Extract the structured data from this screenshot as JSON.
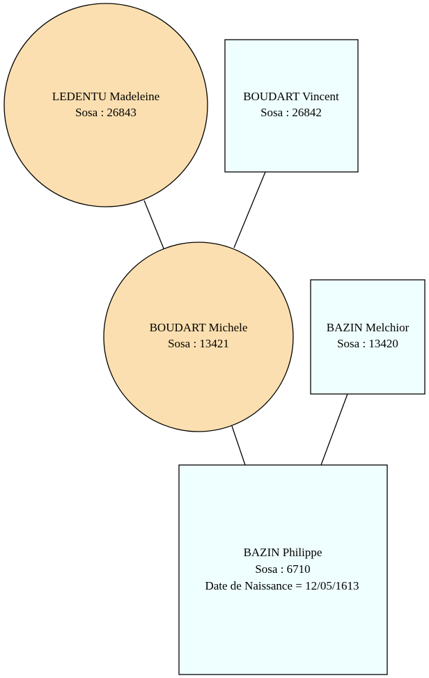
{
  "people": {
    "madeleine": {
      "name": "LEDENTU Madeleine",
      "sosa": "Sosa : 26843",
      "sex": "female"
    },
    "vincent": {
      "name": "BOUDART Vincent",
      "sosa": "Sosa : 26842",
      "sex": "male"
    },
    "michele": {
      "name": "BOUDART Michele",
      "sosa": "Sosa : 13421",
      "sex": "female"
    },
    "melchior": {
      "name": "BAZIN Melchior",
      "sosa": "Sosa : 13420",
      "sex": "male"
    },
    "philippe": {
      "name": "BAZIN Philippe",
      "sosa": "Sosa : 6710",
      "birth": "Date de Naissance = 12/05/1613",
      "sex": "male"
    }
  },
  "colors": {
    "female_fill": "#fcdfb0",
    "male_fill": "#efffff",
    "stroke": "#000000"
  }
}
